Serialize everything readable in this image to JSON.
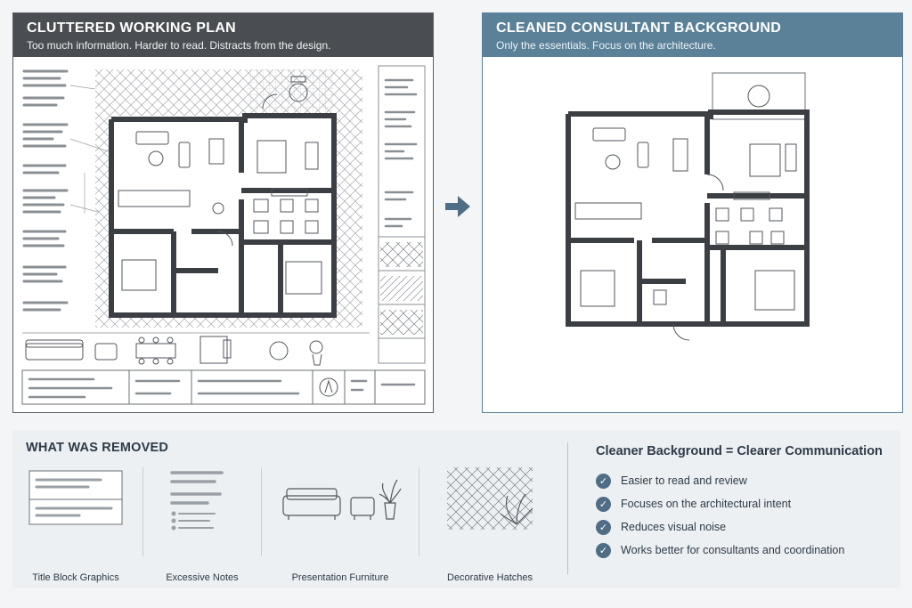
{
  "left_panel": {
    "title": "CLUTTERED WORKING PLAN",
    "subtitle": "Too much information. Harder to read. Distracts from the design."
  },
  "right_panel": {
    "title": "CLEANED CONSULTANT BACKGROUND",
    "subtitle": "Only the essentials. Focus on the architecture."
  },
  "removed": {
    "title": "WHAT WAS REMOVED",
    "items": [
      {
        "label": "Title Block Graphics",
        "icon": "title-block-icon"
      },
      {
        "label": "Excessive Notes",
        "icon": "notes-icon"
      },
      {
        "label": "Presentation Furniture",
        "icon": "furniture-icon"
      },
      {
        "label": "Decorative Hatches",
        "icon": "hatch-icon"
      }
    ]
  },
  "benefits": {
    "title": "Cleaner Background = Clearer Communication",
    "items": [
      "Easier to read and review",
      "Focuses on the architectural intent",
      "Reduces visual noise",
      "Works better for consultants and coordination"
    ]
  },
  "colors": {
    "left_header": "#4a4d51",
    "right_header": "#5b8199",
    "arrow": "#4f6e85",
    "check": "#4f6e85",
    "wall": "#3b3f44"
  }
}
